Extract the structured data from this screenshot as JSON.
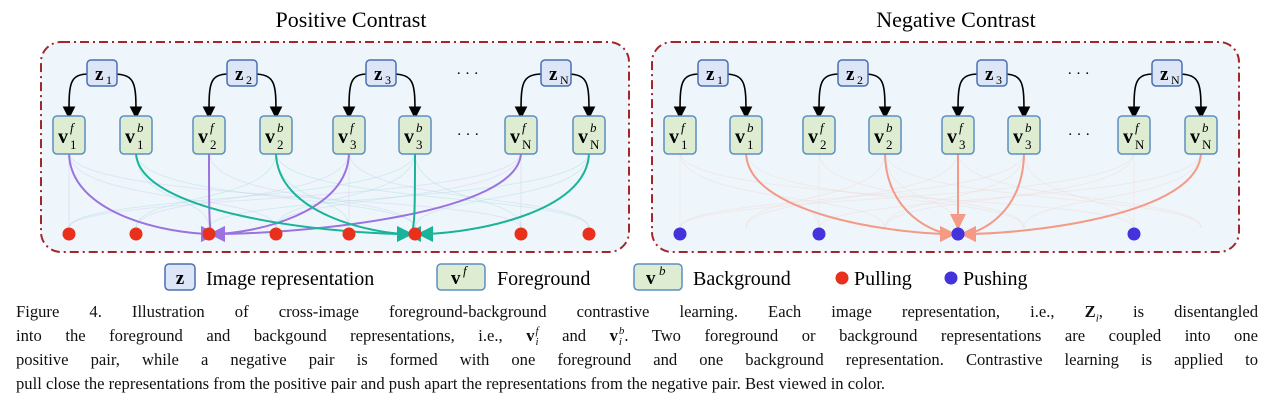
{
  "panels": [
    {
      "id": "positive",
      "title": "Positive Contrast"
    },
    {
      "id": "negative",
      "title": "Negative Contrast"
    }
  ],
  "node_labels": {
    "z_base": "z",
    "v_base": "v",
    "fg_sup": "f",
    "bg_sup": "b",
    "subscripts": [
      "1",
      "2",
      "3",
      "N"
    ],
    "ellipsis": "· · ·"
  },
  "legend": {
    "image_rep": "Image representation",
    "foreground": "Foreground",
    "background": "Background",
    "pulling": "Pulling",
    "pushing": "Pushing"
  },
  "caption": {
    "l1a": "Figure 4.  Illustration of cross-image foreground-background contrastive learning.  Each image representation, i.e., ",
    "l1z": "Z",
    "l1zi": "i",
    "l1b": ", is disentangled",
    "l2a": "into the foreground and backgound representations, i.e., ",
    "l2v": "v",
    "l2and": " and ",
    "l2b": ". Two foreground or background representations are coupled into one",
    "l3": "positive pair, while a negative pair is formed with one foreground and one background representation. Contrastive learning is applied to",
    "l4": "pull close the representations from the positive pair and push apart the representations from the negative pair. Best viewed in color.",
    "sup_f": "f",
    "sup_b": "b",
    "sub_i": "i"
  },
  "colors": {
    "panel_border": "#a3262a",
    "panel_bg": "#eef6fb",
    "z_fill": "#dde6f6",
    "z_stroke": "#4a6fb0",
    "v_fill": "#deedd2",
    "v_stroke": "#5c8fc4",
    "pull_dot": "#e8301c",
    "push_dot": "#4433dd",
    "purple_line": "#9b72e0",
    "teal_line": "#19b39a",
    "salmon_line": "#f49a86"
  }
}
